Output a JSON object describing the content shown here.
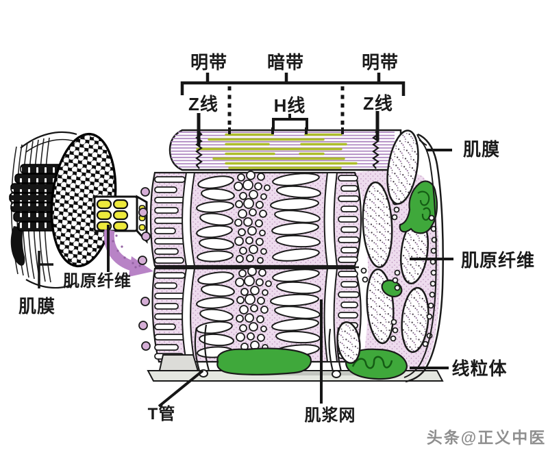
{
  "colors": {
    "ink": "#1a1a1a",
    "striation_purple": "#b08ac2",
    "thick_filament_green": "#adbd2a",
    "sr_pink": "#eedcee",
    "mito_green": "#3fa83b",
    "mito_cristae_dark": "#145c14",
    "arrow_purple": "#b883c6",
    "myofibril_yellow": "#ede93c",
    "shelf_gray": "#e4e7e0",
    "watermark_gray": "#8f8f8f"
  },
  "diagram": {
    "top_bracket": {
      "band_left": "明带",
      "band_middle": "暗带",
      "band_right": "明带",
      "z_line_left": "Z线",
      "h_line": "H线",
      "z_line_right": "Z线"
    },
    "labels": {
      "sarcolemma_right": "肌膜",
      "myofibril_right": "肌原纤维",
      "mitochondria": "线粒体",
      "myofibril_left": "肌原纤维",
      "sarcolemma_left": "肌膜",
      "t_tubule": "T管",
      "sarcoplasmic_reticulum": "肌浆网"
    },
    "watermark": "头条@正义中医"
  }
}
